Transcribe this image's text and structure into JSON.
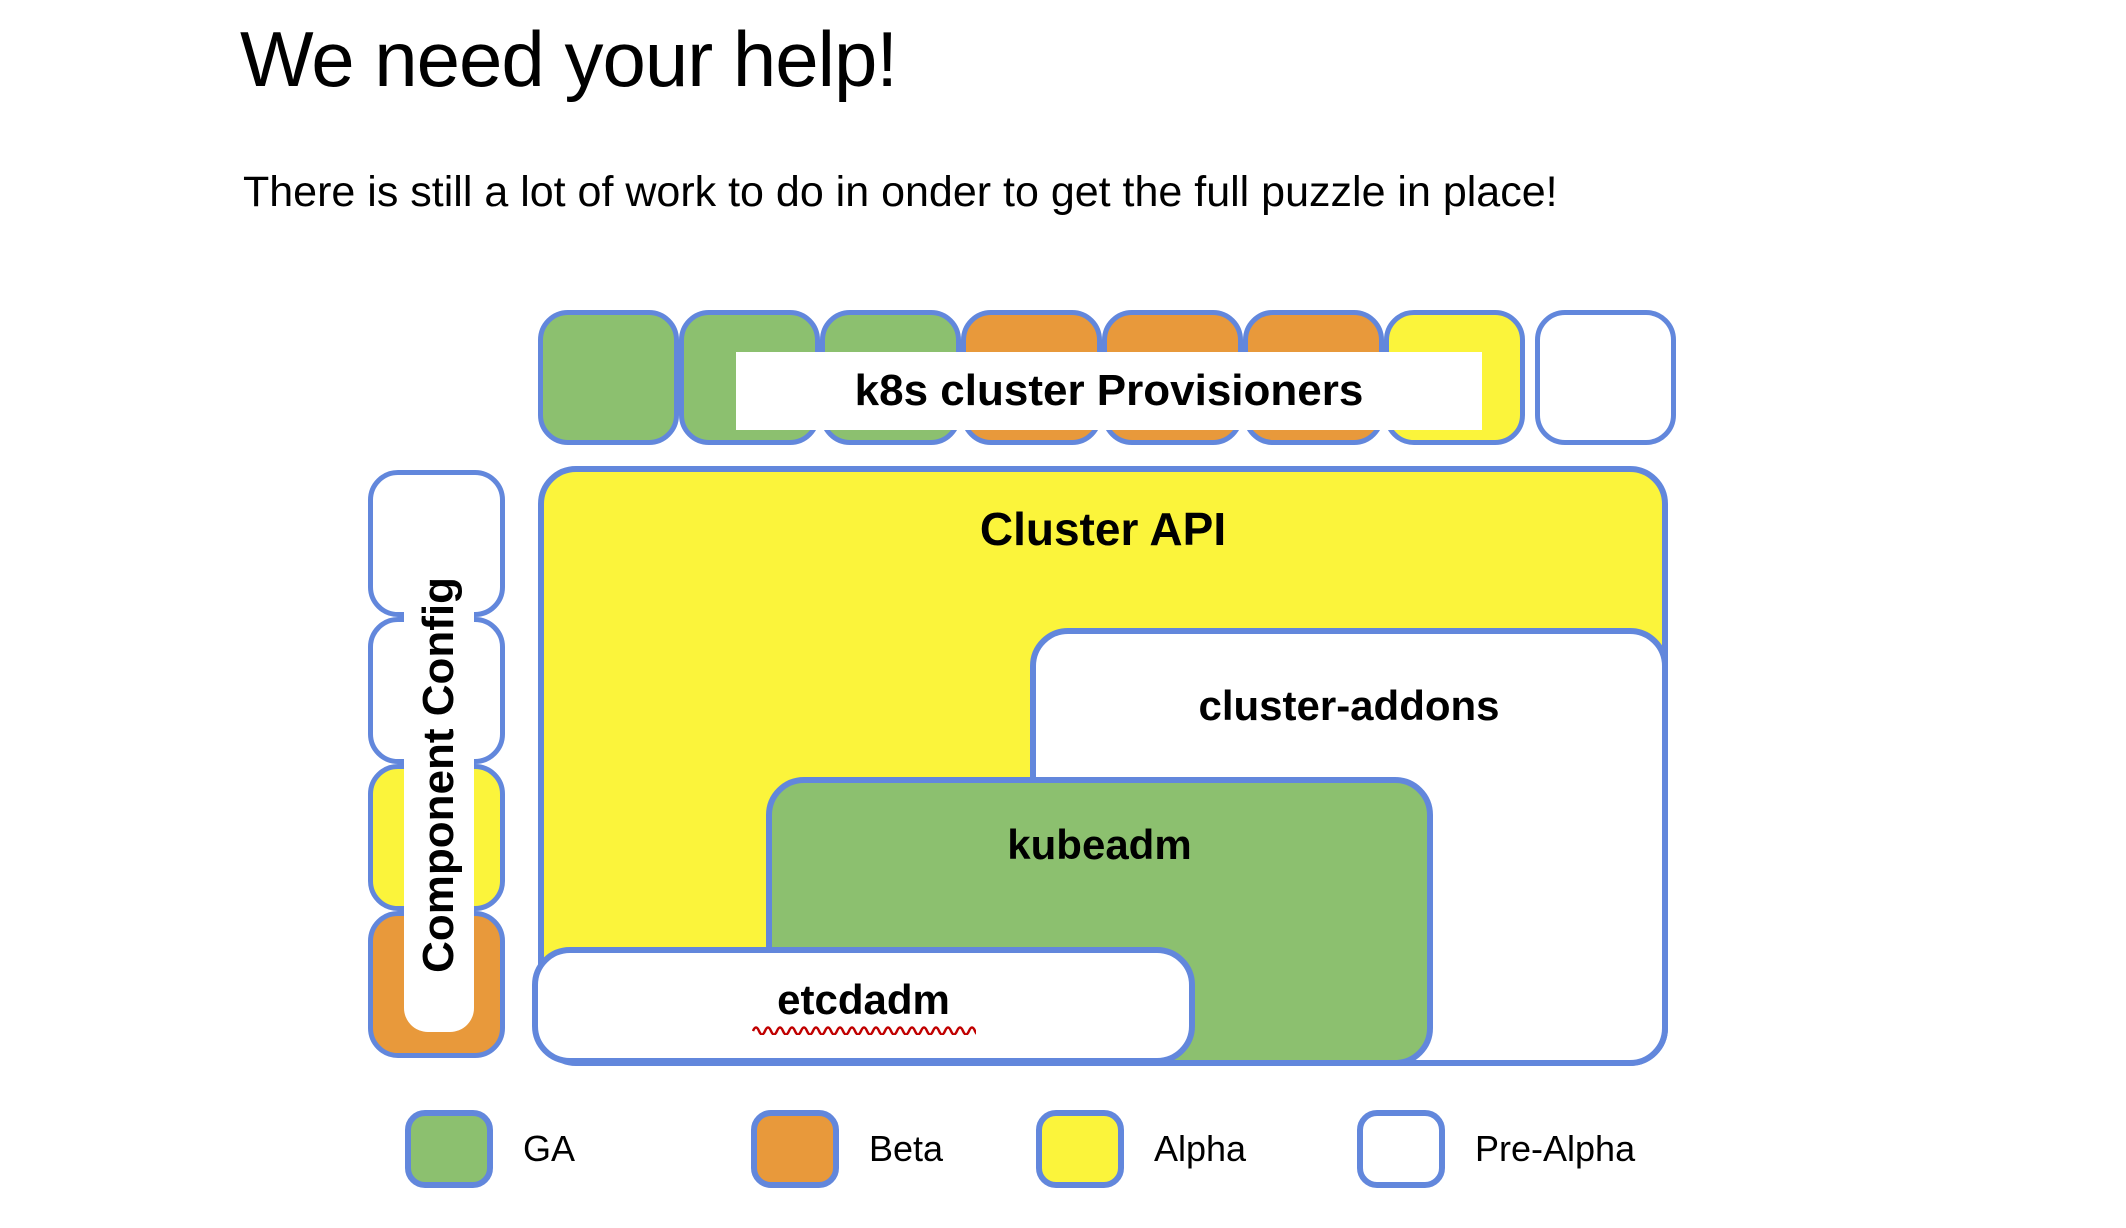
{
  "slide": {
    "title": "We need your help!",
    "subtitle": "There is still a lot of work to do in onder to get the full puzzle in place!"
  },
  "colors": {
    "GA": "#8CC06F",
    "Beta": "#E8993B",
    "Alpha": "#FBF43B",
    "Pre-Alpha": "#FFFFFF",
    "border_blue": "#6287DC",
    "misspell_red": "#C00000"
  },
  "diagram": {
    "provisioners_row": {
      "label": "k8s cluster Provisioners",
      "pieces": [
        "GA",
        "GA",
        "GA",
        "Beta",
        "Beta",
        "Beta",
        "Alpha",
        "Pre-Alpha"
      ]
    },
    "component_config_column": {
      "label": "Component Config",
      "pieces": [
        "Pre-Alpha",
        "Pre-Alpha",
        "Alpha",
        "Beta"
      ]
    },
    "boxes": [
      {
        "id": "cluster-api",
        "label": "Cluster API",
        "status": "Alpha"
      },
      {
        "id": "cluster-addons",
        "label": "cluster-addons",
        "status": "Pre-Alpha"
      },
      {
        "id": "kubeadm",
        "label": "kubeadm",
        "status": "GA"
      },
      {
        "id": "etcdadm",
        "label": "etcdadm",
        "status": "Pre-Alpha",
        "spellcheck_underline": true
      }
    ]
  },
  "legend": [
    {
      "label": "GA"
    },
    {
      "label": "Beta"
    },
    {
      "label": "Alpha"
    },
    {
      "label": "Pre-Alpha"
    }
  ]
}
